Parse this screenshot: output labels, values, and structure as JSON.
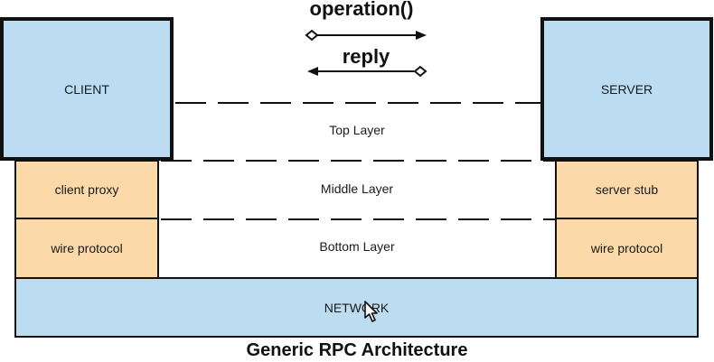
{
  "messages": {
    "request": "operation()",
    "response": "reply"
  },
  "client": {
    "title": "CLIENT",
    "proxy": "client proxy",
    "wire": "wire protocol"
  },
  "server": {
    "title": "SERVER",
    "stub": "server stub",
    "wire": "wire protocol"
  },
  "layers": {
    "top": "Top Layer",
    "middle": "Middle Layer",
    "bottom": "Bottom Layer"
  },
  "network": "NETWORK",
  "caption": "Generic RPC Architecture",
  "colors": {
    "endpoint_fill": "#bcdcf2",
    "layer_fill": "#fbd9a8",
    "network_fill": "#bcdcf2",
    "line": "#111111"
  },
  "icons": {
    "cursor": "mouse-pointer-icon"
  }
}
